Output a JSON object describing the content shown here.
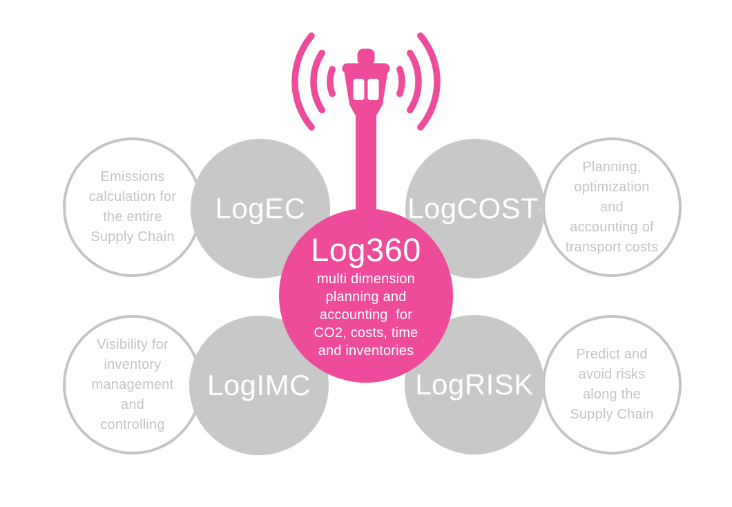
{
  "colors": {
    "pink": "#ee4c9b",
    "gray_fill": "#c8c8c8",
    "gray_line": "#c4c4c4",
    "gray_text": "#c3c3c3",
    "label_text": "#ffffff",
    "background": "#ffffff"
  },
  "icons": [
    {
      "name": "control-tower-icon"
    },
    {
      "name": "radio-waves-icon"
    }
  ],
  "center": {
    "title": "Log360",
    "description": "multi dimension\nplanning and\naccounting  for\nCO2, costs, time\nand inventories"
  },
  "products": [
    {
      "id": "logec",
      "label": "LogEC",
      "mark": "",
      "position": "top-left",
      "description": "Emissions\ncalculation for\nthe entire\nSupply Chain"
    },
    {
      "id": "logcost",
      "label": "LogCOST",
      "mark": "·",
      "position": "top-right",
      "description": "Planning,\noptimization\nand\naccounting of\ntransport costs"
    },
    {
      "id": "logimc",
      "label": "LogIMC",
      "mark": "",
      "position": "bottom-left",
      "description": "Visibility for\ninventory\nmanagement\nand\ncontrolling"
    },
    {
      "id": "logrisk",
      "label": "LogRISK",
      "mark": "",
      "position": "bottom-right",
      "description": "Predict and\navoid risks\nalong the\nSupply Chain"
    }
  ]
}
